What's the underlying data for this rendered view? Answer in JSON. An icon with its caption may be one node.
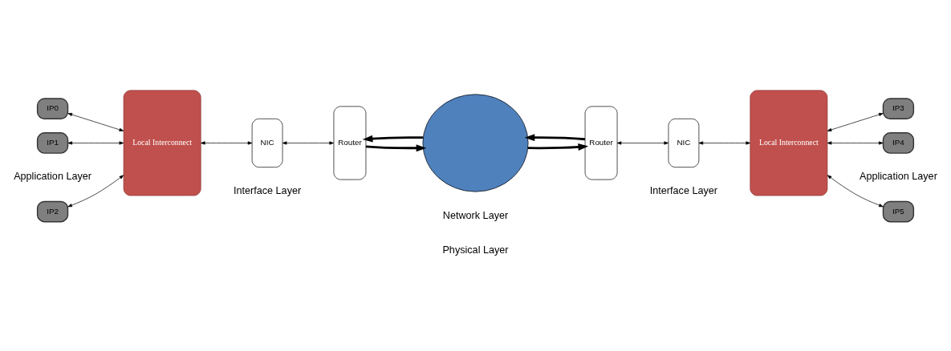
{
  "diagram": {
    "nodes": [
      {
        "text": [
          "IP0"
        ]
      },
      {
        "text": [
          "IP1"
        ]
      },
      {
        "text": [
          "IP2"
        ]
      },
      {
        "text": [
          "Local Interconnect"
        ]
      },
      {
        "text": [
          "NIC"
        ]
      },
      {
        "text": [
          "Router"
        ]
      },
      {
        "text": [],
        "shape": "cloud"
      },
      {
        "text": [
          "Router"
        ]
      },
      {
        "text": [
          "NIC"
        ]
      },
      {
        "text": [
          "Local Interconnect"
        ]
      },
      {
        "text": [
          "IP3"
        ]
      },
      {
        "text": [
          "IP4"
        ]
      },
      {
        "text": [
          "IP5"
        ]
      }
    ],
    "edges": [
      {
        "from": 0,
        "to": 3,
        "arrow": "both"
      },
      {
        "from": 1,
        "to": 3,
        "arrow": "both"
      },
      {
        "from": 2,
        "to": 3,
        "arrow": "both"
      },
      {
        "from": 3,
        "to": 4,
        "arrow": "both"
      },
      {
        "from": 4,
        "to": 5,
        "arrow": "both"
      },
      {
        "from": 6,
        "to": 5,
        "arrow": "to",
        "style": "thick"
      },
      {
        "from": 5,
        "to": 6,
        "arrow": "to",
        "style": "thick"
      },
      {
        "from": 7,
        "to": 6,
        "arrow": "to",
        "style": "thick"
      },
      {
        "from": 6,
        "to": 7,
        "arrow": "to",
        "style": "thick"
      },
      {
        "from": 7,
        "to": 8,
        "arrow": "both"
      },
      {
        "from": 8,
        "to": 9,
        "arrow": "both"
      },
      {
        "from": 9,
        "to": 10,
        "arrow": "both"
      },
      {
        "from": 9,
        "to": 11,
        "arrow": "both"
      },
      {
        "from": 9,
        "to": 12,
        "arrow": "both"
      }
    ],
    "labels": [
      "Application Layer",
      "Interface Layer",
      "Network Layer",
      "Physical Layer",
      "Interface Layer",
      "Application Layer"
    ]
  }
}
